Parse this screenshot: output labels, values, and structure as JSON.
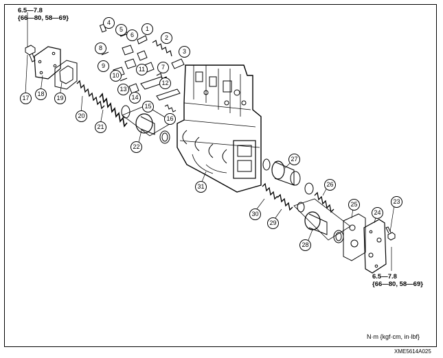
{
  "diagram": {
    "torque_top": {
      "line1": "6.5—7.8",
      "line2": "{66—80, 58—69}"
    },
    "torque_bottom": {
      "line1": "6.5—7.8",
      "line2": "{66—80, 58—69}"
    },
    "units_note": "N·m {kgf·cm, in·lbf}",
    "figure_code": "XME5614A025",
    "callouts": [
      "1",
      "2",
      "3",
      "4",
      "5",
      "6",
      "7",
      "8",
      "9",
      "10",
      "11",
      "12",
      "13",
      "14",
      "15",
      "16",
      "17",
      "18",
      "19",
      "20",
      "21",
      "22",
      "23",
      "24",
      "25",
      "26",
      "27",
      "28",
      "29",
      "30",
      "31"
    ]
  }
}
